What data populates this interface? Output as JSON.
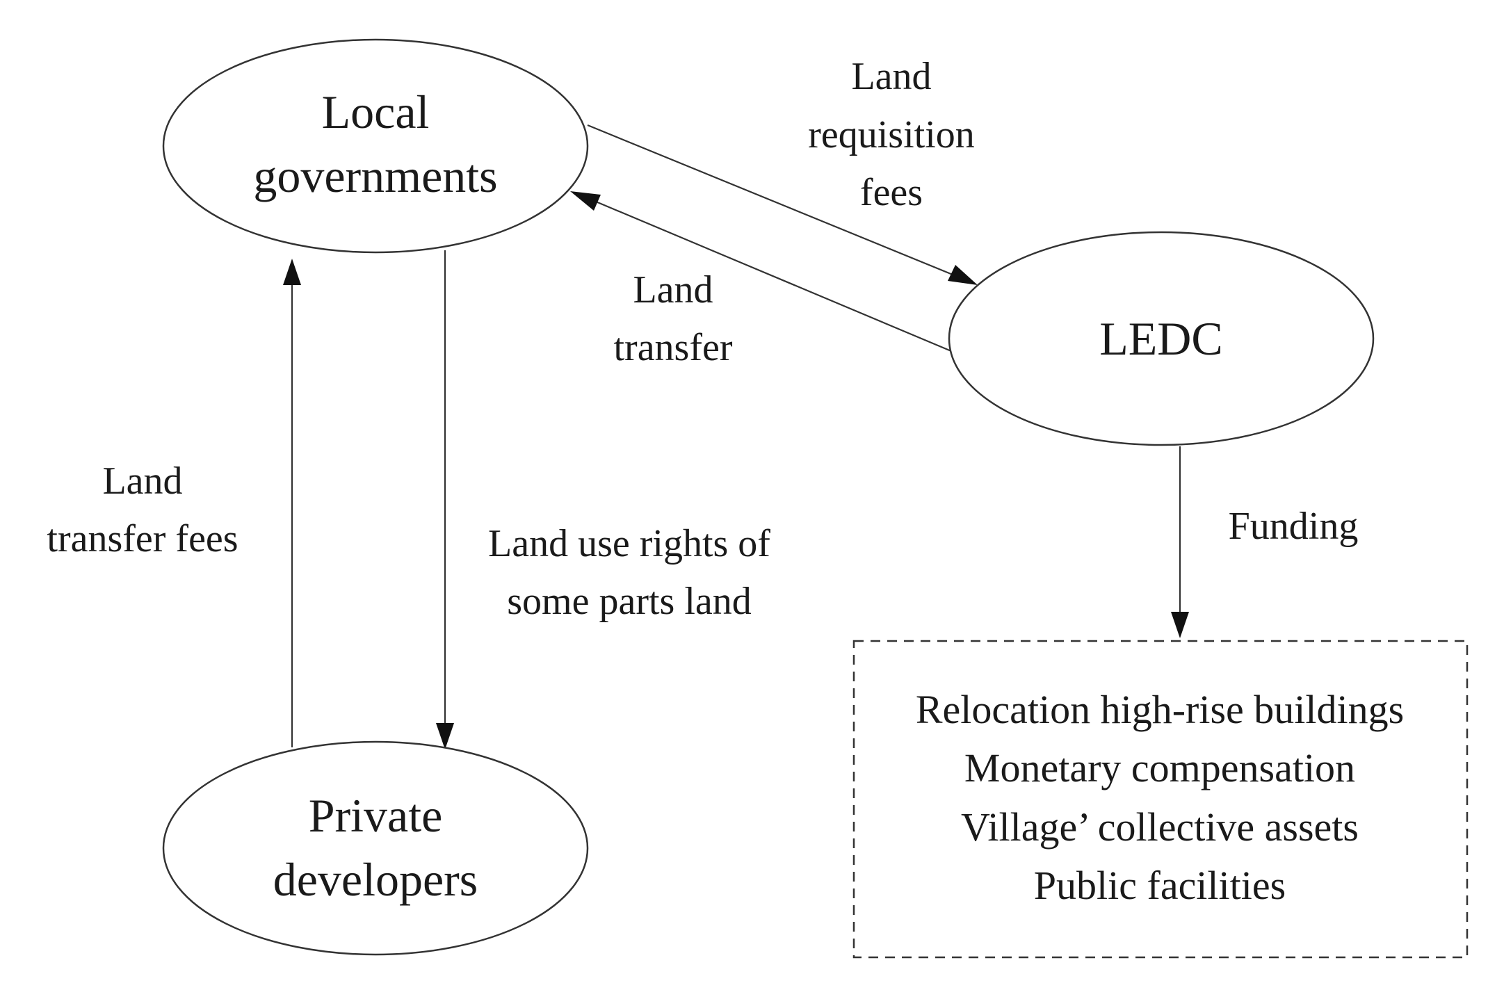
{
  "nodes": {
    "local_governments": {
      "line1": "Local",
      "line2": "governments"
    },
    "ledc": {
      "line1": "LEDC"
    },
    "private_developers": {
      "line1": "Private",
      "line2": "developers"
    }
  },
  "edges": {
    "land_requisition_fees": {
      "line1": "Land",
      "line2": "requisition",
      "line3": "fees"
    },
    "land_transfer": {
      "line1": "Land",
      "line2": "transfer"
    },
    "land_transfer_fees": {
      "line1": "Land",
      "line2": "transfer fees"
    },
    "land_use_rights": {
      "line1": "Land use rights of",
      "line2": "some parts land"
    },
    "funding": {
      "line1": "Funding"
    }
  },
  "funding_targets": {
    "items": [
      "Relocation high-rise buildings",
      "Monetary compensation",
      "Village’ collective assets",
      "Public facilities"
    ]
  }
}
